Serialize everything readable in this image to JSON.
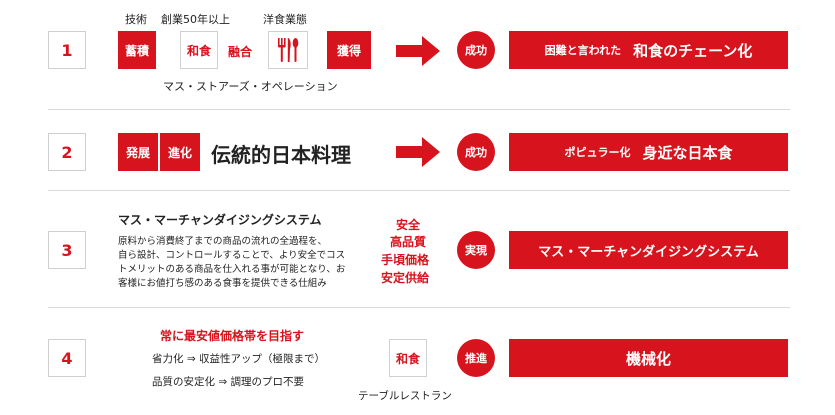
{
  "rows": [
    {
      "number": "1",
      "top_labels": [
        "技術",
        "創業50年以上",
        "洋食業態"
      ],
      "box_left": "蓄積",
      "box_washoku": "和食",
      "fuse": "融合",
      "box_right": "獲得",
      "bottom_label": "マス・ストアーズ・オペレーション",
      "circle": "成功",
      "result_small": "困難と言われた",
      "result_big": "和食のチェーン化"
    },
    {
      "number": "2",
      "box_a": "発展",
      "box_b": "進化",
      "headline": "伝統的日本料理",
      "circle": "成功",
      "result_small": "ポピュラー化",
      "result_big": "身近な日本食"
    },
    {
      "number": "3",
      "title": "マス・マーチャンダイジングシステム",
      "body_lines": [
        "原料から消費終了までの商品の流れの全過程を、",
        "自ら設計、コントロールすることで、より安全でコス",
        "トメリットのある商品を仕入れる事が可能となり、お",
        "客様にお値打ち感のある食事を提供できる仕組み"
      ],
      "features": [
        "安全",
        "高品質",
        "手頃価格",
        "安定供給"
      ],
      "circle": "実現",
      "result_big": "マス・マーチャンダイジングシステム"
    },
    {
      "number": "4",
      "heading": "常に最安値価格帯を目指す",
      "line1": "省力化 ⇒ 収益性アップ（極限まで）",
      "line2": "品質の安定化 ⇒ 調理のプロ不要",
      "box_washoku": "和食",
      "box_label": "テーブルレストラン",
      "circle": "推進",
      "result_big": "機械化"
    }
  ],
  "colors": {
    "accent": "#d7141e",
    "divider": "#d9d9d9"
  },
  "icons": {
    "cutlery": "fork-knife-spoon-icon",
    "arrow": "arrow-right-icon"
  }
}
